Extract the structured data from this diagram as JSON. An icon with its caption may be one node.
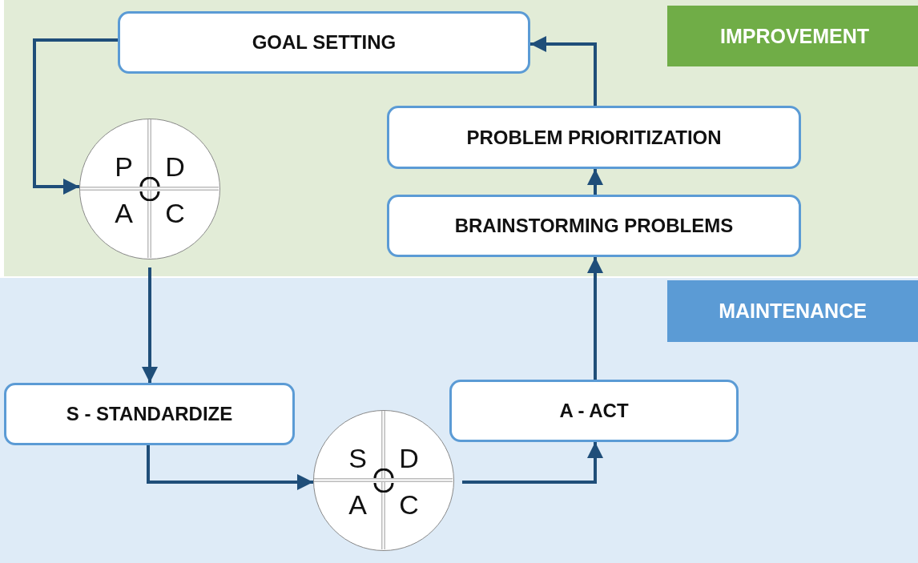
{
  "diagram": {
    "nodes": [
      {
        "text": [
          "IMPROVEMENT"
        ]
      },
      {
        "text": [
          "GOAL SETTING"
        ],
        "in": 0
      },
      {
        "text": [
          "P",
          "D",
          "A",
          "C"
        ],
        "in": 0
      },
      {
        "text": [
          "PROBLEM PRIORITIZATION"
        ],
        "in": 0
      },
      {
        "text": [
          "BRAINSTORMING PROBLEMS"
        ],
        "in": 0
      },
      {
        "text": [
          "MAINTENANCE"
        ]
      },
      {
        "text": [
          "S - STANDARDIZE"
        ],
        "in": 5
      },
      {
        "text": [
          "S",
          "D",
          "A",
          "C"
        ],
        "in": 5
      },
      {
        "text": [
          "A - ACT"
        ],
        "in": 5
      }
    ],
    "edges": [
      {
        "from": 1,
        "to": 2,
        "arrow": "to"
      },
      {
        "from": 2,
        "to": 6,
        "arrow": "to"
      },
      {
        "from": 6,
        "to": 7,
        "arrow": "to"
      },
      {
        "from": 7,
        "to": 8,
        "arrow": "to"
      },
      {
        "from": 8,
        "to": 4,
        "arrow": "to"
      },
      {
        "from": 4,
        "to": 3,
        "arrow": "to"
      },
      {
        "from": 3,
        "to": 1,
        "arrow": "to"
      }
    ]
  }
}
